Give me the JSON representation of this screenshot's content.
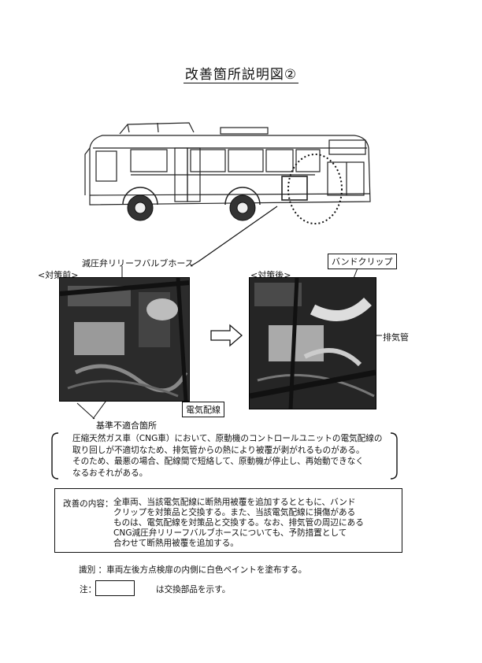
{
  "title": "改善箇所説明図②",
  "labels": {
    "hose": "減圧弁リリーフバルブホース",
    "before": "<対策前>",
    "after": "<対策後>",
    "band_clip": "バンドクリップ",
    "exhaust_pipe": "排気管",
    "wiring": "電気配線",
    "nonconforming": "基準不適合箇所"
  },
  "notice": {
    "lines": [
      "圧縮天然ガス車（CNG車）において、原動機のコントロールユニットの電気配線の",
      "取り回しが不適切なため、排気管からの熱により被覆が剥がれるものがある。",
      "そのため、最悪の場合、配線間で短絡して、原動機が停止し、再始動できなく",
      "なるおそれがある。"
    ]
  },
  "improvement": {
    "heading": "改善の内容：",
    "lines": [
      "全車両、当該電気配線に断熱用被覆を追加するとともに、バンド",
      "クリップを対策品と交換する。また、当該電気配線に損傷がある",
      "ものは、電気配線を対策品と交換する。なお、排気管の周辺にある",
      "CNG減圧弁リリーフバルブホースについても、予防措置として",
      "合わせて断熱用被覆を追加する。"
    ]
  },
  "identification": "識別 ：車両左後方点検扉の内側に白色ペイントを塗布する。",
  "note_prefix": "注：",
  "note_suffix": "は交換部品を示す。"
}
